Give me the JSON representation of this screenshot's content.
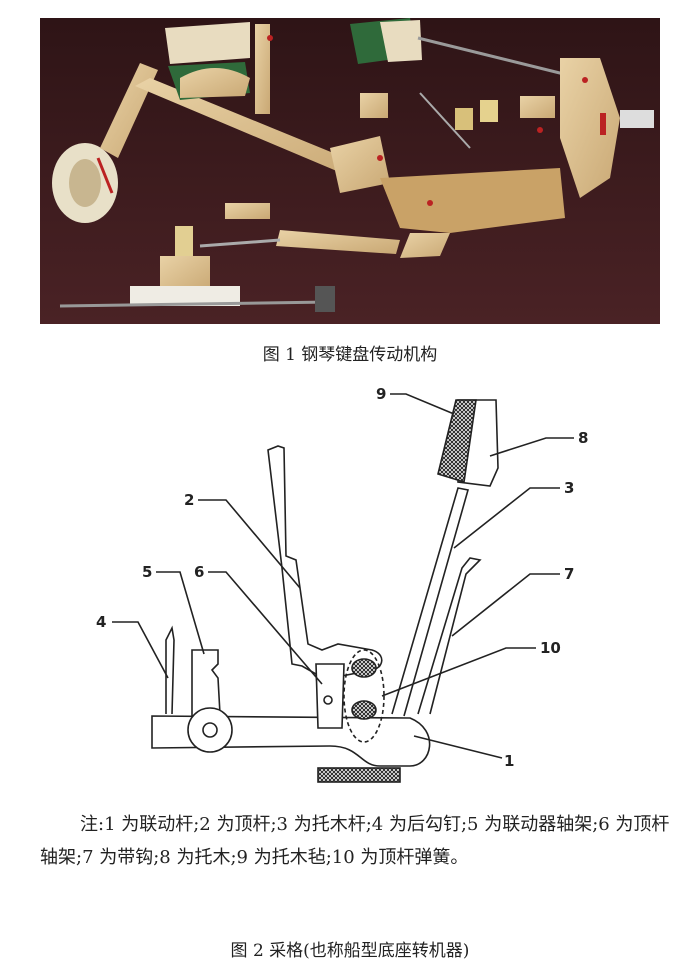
{
  "figure1": {
    "caption": "图 1  钢琴键盘传动机构",
    "background_color": "#3a1a1c"
  },
  "figure2": {
    "caption": "图 2  采格(也称船型底座转机器)",
    "part_labels": [
      "1",
      "2",
      "3",
      "4",
      "5",
      "6",
      "7",
      "8",
      "9",
      "10"
    ]
  },
  "note": "注:1 为联动杆;2 为顶杆;3 为托木杆;4 为后勾钉;5 为联动器轴架;6 为顶杆轴架;7 为带钩;8 为托木;9 为托木毡;10 为顶杆弹簧。"
}
